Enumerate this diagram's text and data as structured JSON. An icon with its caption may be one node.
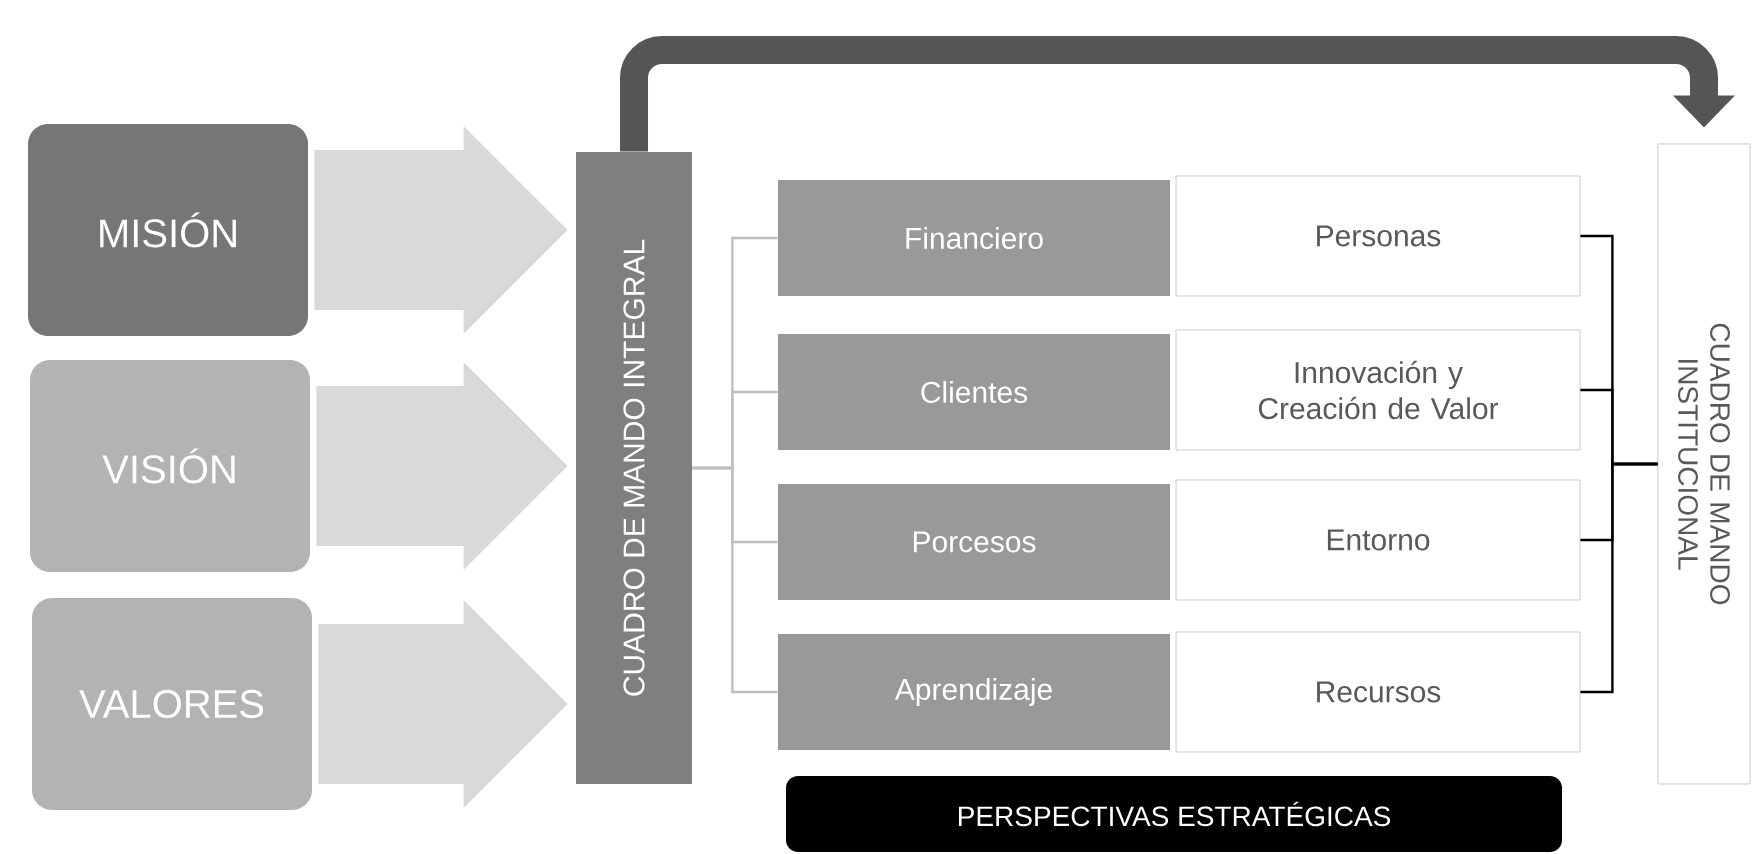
{
  "diagram": {
    "nodes": [
      {
        "text": [
          "MISIÓN"
        ]
      },
      {
        "text": [
          "VISIÓN"
        ]
      },
      {
        "text": [
          "VALORES"
        ]
      },
      {
        "text": [
          "CUADRO DE MANDO INTEGRAL"
        ]
      },
      {
        "text": [
          "Financiero"
        ]
      },
      {
        "text": [
          "Clientes"
        ]
      },
      {
        "text": [
          "Porcesos"
        ]
      },
      {
        "text": [
          "Aprendizaje"
        ]
      },
      {
        "text": [
          "Personas"
        ]
      },
      {
        "text": [
          "Innovación y Creación de Valor"
        ]
      },
      {
        "text": [
          "Entorno"
        ]
      },
      {
        "text": [
          "Recursos"
        ]
      },
      {
        "text": [
          "CUADRO DE MANDO INSTITUCIONAL"
        ]
      },
      {
        "text": [
          "PERSPECTIVAS ESTRATÉGICAS"
        ]
      }
    ],
    "edges": [
      {
        "from": 0,
        "to": 3,
        "arrow": "to",
        "style": "thick",
        "color": "#d9d9d9"
      },
      {
        "from": 1,
        "to": 3,
        "arrow": "to",
        "style": "thick",
        "color": "#d9d9d9"
      },
      {
        "from": 2,
        "to": 3,
        "arrow": "to",
        "style": "thick",
        "color": "#d9d9d9"
      },
      {
        "from": 3,
        "to": 4,
        "arrow": "none",
        "color": "#bfbfbf"
      },
      {
        "from": 3,
        "to": 5,
        "arrow": "none",
        "color": "#bfbfbf"
      },
      {
        "from": 3,
        "to": 6,
        "arrow": "none",
        "color": "#bfbfbf"
      },
      {
        "from": 3,
        "to": 7,
        "arrow": "none",
        "color": "#bfbfbf"
      },
      {
        "from": 8,
        "to": 12,
        "arrow": "none",
        "color": "#000000"
      },
      {
        "from": 9,
        "to": 12,
        "arrow": "none",
        "color": "#000000"
      },
      {
        "from": 10,
        "to": 12,
        "arrow": "none",
        "color": "#000000"
      },
      {
        "from": 11,
        "to": 12,
        "arrow": "none",
        "color": "#000000"
      },
      {
        "from": 3,
        "to": 12,
        "arrow": "to",
        "style": "thick",
        "color": "#555555"
      }
    ]
  }
}
